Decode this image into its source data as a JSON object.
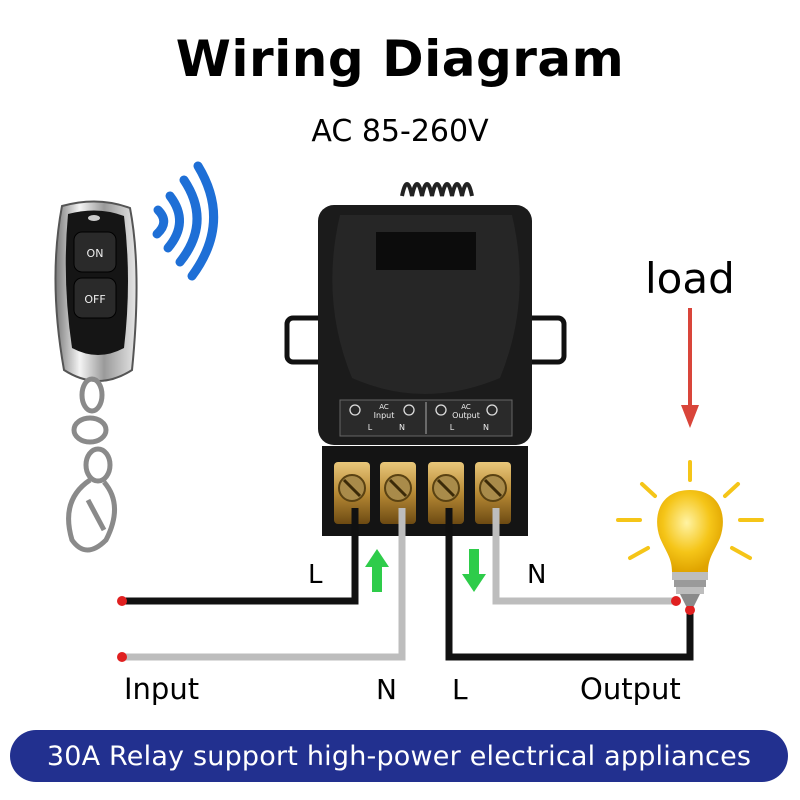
{
  "header": {
    "title": "Wiring Diagram",
    "voltage": "AC 85-260V"
  },
  "remote": {
    "on_label": "ON",
    "off_label": "OFF"
  },
  "relay": {
    "input_label": "Input",
    "output_label": "Output",
    "ac_label": "AC",
    "terminals": [
      "L",
      "N",
      "L",
      "N"
    ]
  },
  "load": {
    "label": "load"
  },
  "wiring": {
    "input_L": "L",
    "input_N": "N",
    "output_L": "L",
    "output_N": "N",
    "input_label": "Input",
    "output_label": "Output"
  },
  "colors": {
    "banner": "#22308f",
    "arrow_green": "#2ecc4a",
    "arrow_red": "#d9453a",
    "bulb_yellow": "#f5c518",
    "wire_black": "#111111",
    "wire_grey": "#bdbdbd",
    "signal_blue": "#1e6fd6"
  },
  "footer": {
    "banner_text": "30A Relay support high-power electrical appliances"
  }
}
